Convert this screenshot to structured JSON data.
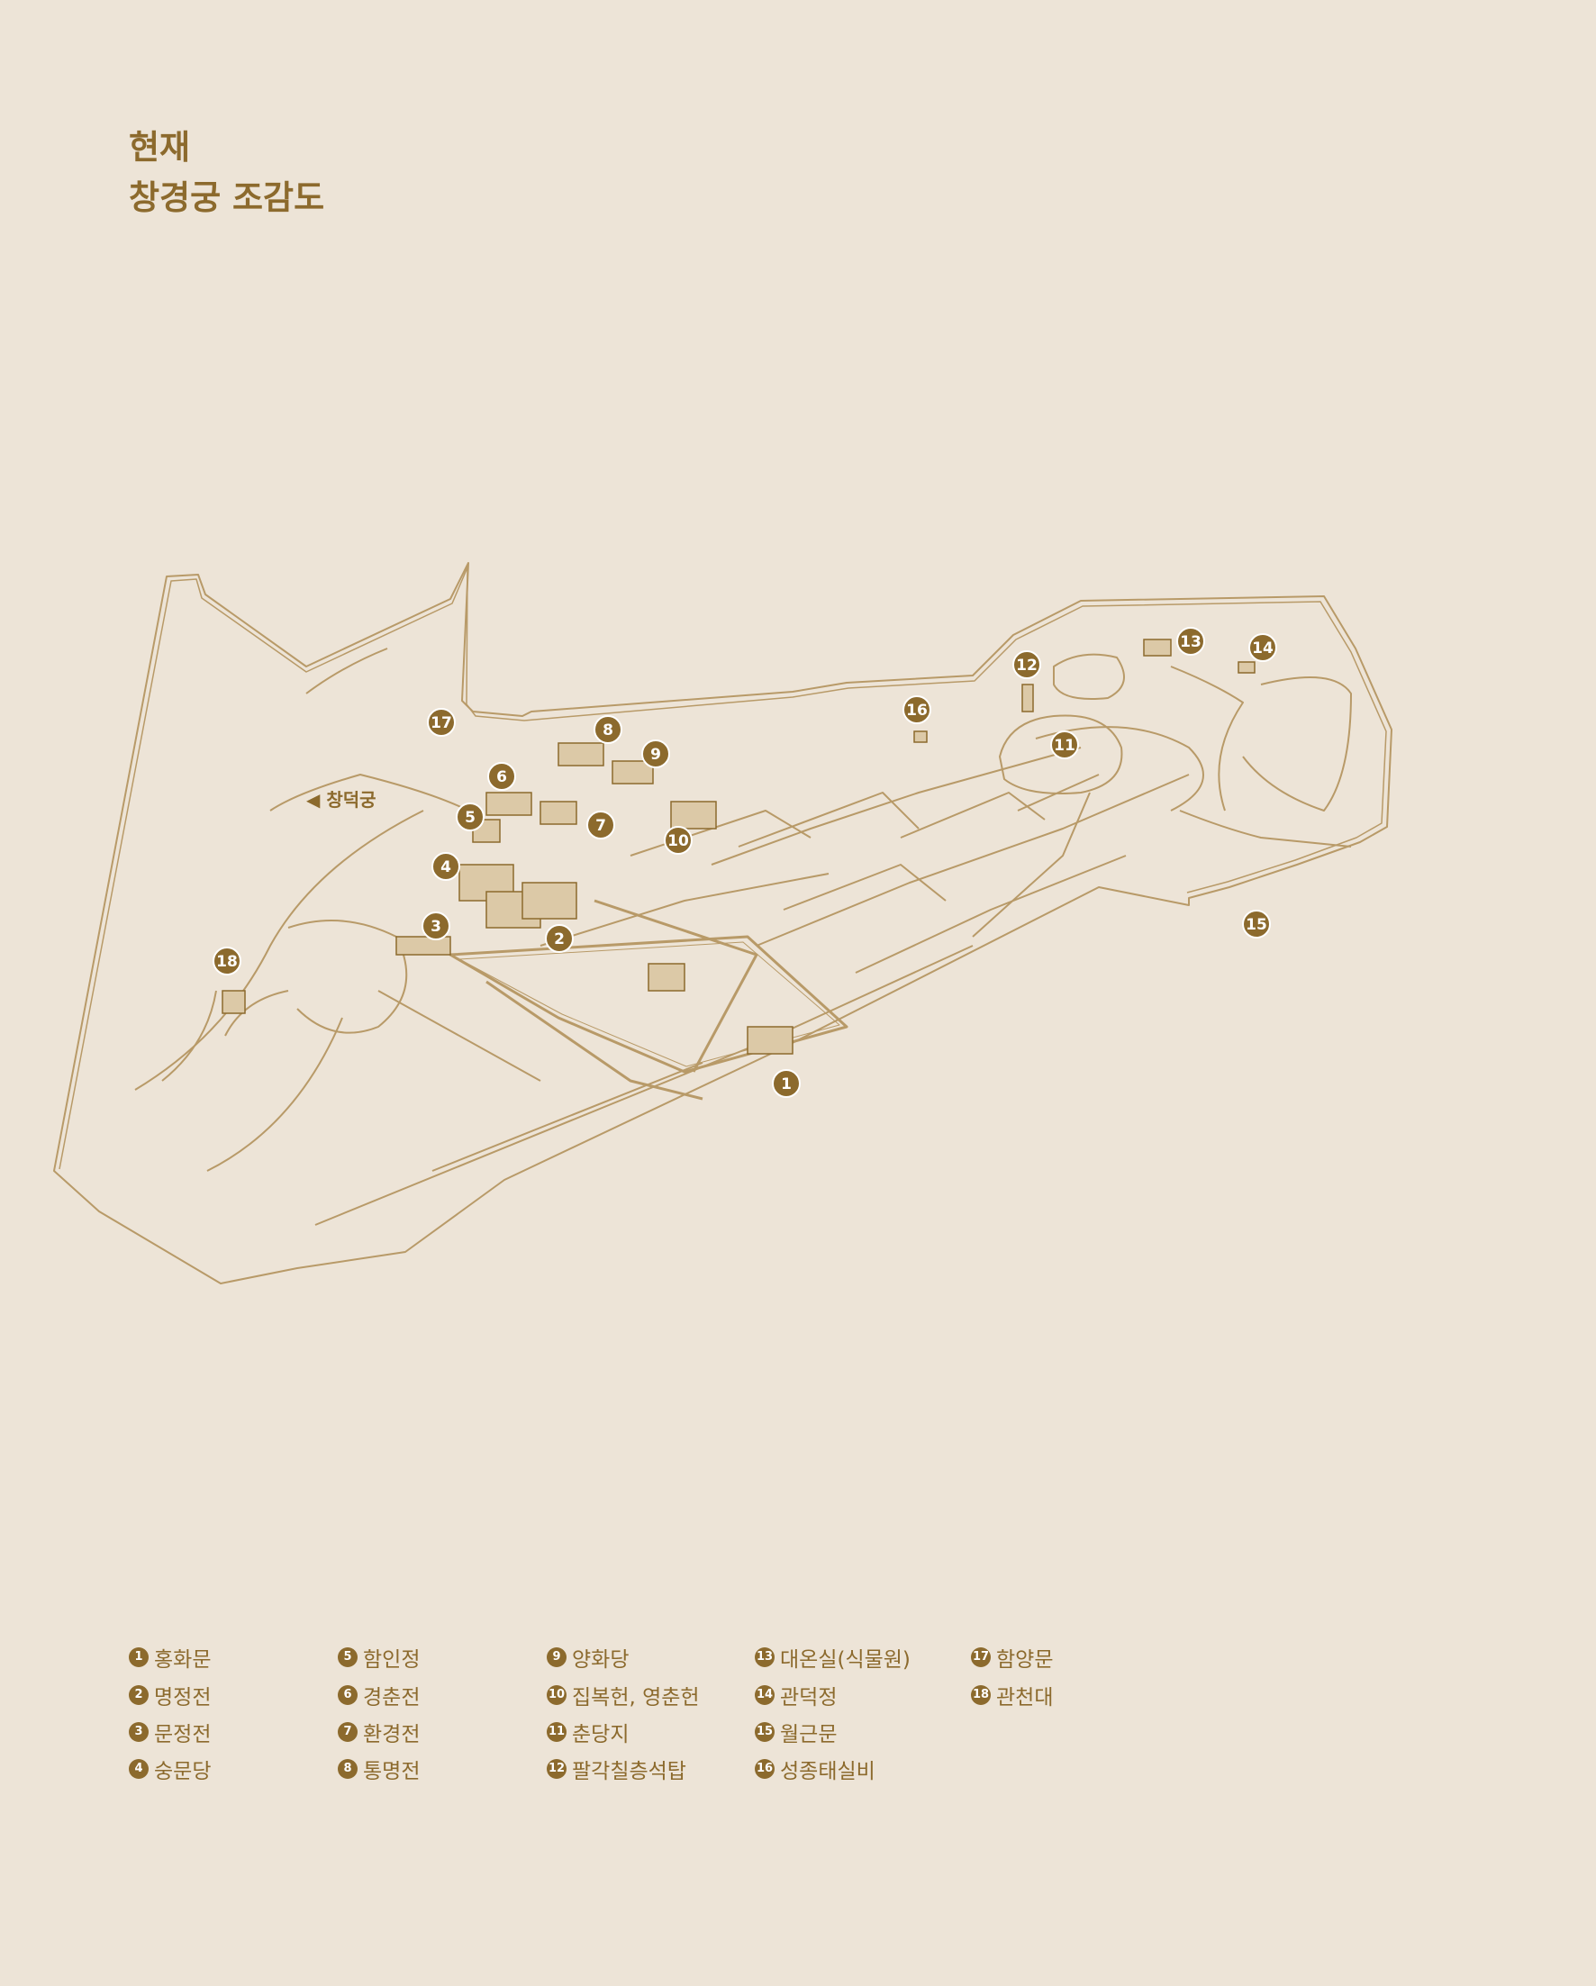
{
  "title": {
    "line1": "현재",
    "line2": "창경궁 조감도"
  },
  "direction_label": "◀ 창덕궁",
  "accent_color": "#8c6a2d",
  "background_color": "#ede4d7",
  "markers": [
    {
      "num": "1"
    },
    {
      "num": "2"
    },
    {
      "num": "3"
    },
    {
      "num": "4"
    },
    {
      "num": "5"
    },
    {
      "num": "6"
    },
    {
      "num": "7"
    },
    {
      "num": "8"
    },
    {
      "num": "9"
    },
    {
      "num": "10"
    },
    {
      "num": "11"
    },
    {
      "num": "12"
    },
    {
      "num": "13"
    },
    {
      "num": "14"
    },
    {
      "num": "15"
    },
    {
      "num": "16"
    },
    {
      "num": "17"
    },
    {
      "num": "18"
    }
  ],
  "legend": [
    [
      {
        "num": "1",
        "label": "홍화문"
      },
      {
        "num": "2",
        "label": "명정전"
      },
      {
        "num": "3",
        "label": "문정전"
      },
      {
        "num": "4",
        "label": "숭문당"
      }
    ],
    [
      {
        "num": "5",
        "label": "함인정"
      },
      {
        "num": "6",
        "label": "경춘전"
      },
      {
        "num": "7",
        "label": "환경전"
      },
      {
        "num": "8",
        "label": "통명전"
      }
    ],
    [
      {
        "num": "9",
        "label": "양화당"
      },
      {
        "num": "10",
        "label": "집복헌, 영춘헌"
      },
      {
        "num": "11",
        "label": "춘당지"
      },
      {
        "num": "12",
        "label": "팔각칠층석탑"
      }
    ],
    [
      {
        "num": "13",
        "label": "대온실(식물원)"
      },
      {
        "num": "14",
        "label": "관덕정"
      },
      {
        "num": "15",
        "label": "월근문"
      },
      {
        "num": "16",
        "label": "성종태실비"
      }
    ],
    [
      {
        "num": "17",
        "label": "함양문"
      },
      {
        "num": "18",
        "label": "관천대"
      }
    ]
  ]
}
